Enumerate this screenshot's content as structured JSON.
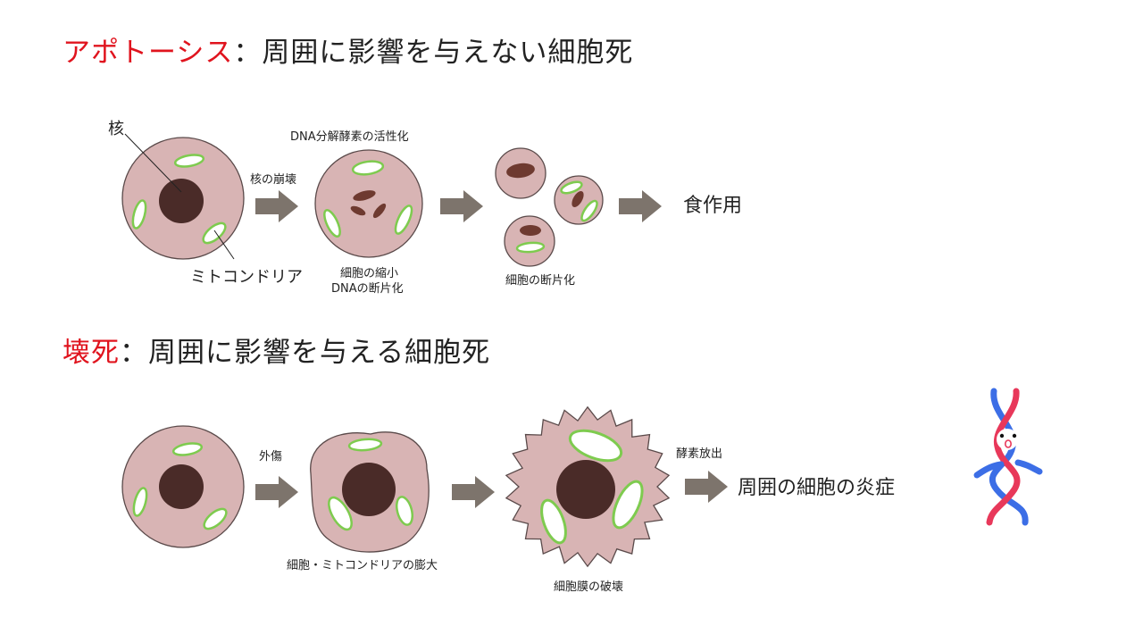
{
  "colors": {
    "accent": "#e0141e",
    "cell_fill": "#d8b4b4",
    "cell_outline": "#5a4a4a",
    "nucleus": "#4a2b28",
    "nucleus_fragment": "#6e3a30",
    "mitochondria_outline": "#7ecb4f",
    "arrow": "#7d746c",
    "figure_red": "#e8385a",
    "figure_blue": "#3c6ee6"
  },
  "apoptosis": {
    "title_accent": "アポトーシス",
    "title_rest": "：周囲に影響を与えない細胞死",
    "label_nucleus": "核",
    "label_mitochondria": "ミトコンドリア",
    "label_arrow1": "核の崩壊",
    "label_dnase": "DNA分解酵素の活性化",
    "label_shrink_line1": "細胞の縮小",
    "label_shrink_line2": "DNAの断片化",
    "label_fragmentation": "細胞の断片化",
    "label_phagocytosis": "食作用"
  },
  "necrosis": {
    "title_accent": "壊死",
    "title_rest": "：周囲に影響を与える細胞死",
    "label_trauma": "外傷",
    "label_swelling": "細胞・ミトコンドリアの膨大",
    "label_membrane": "細胞膜の破壊",
    "label_enzyme": "酵素放出",
    "label_inflammation": "周囲の細胞の炎症"
  }
}
